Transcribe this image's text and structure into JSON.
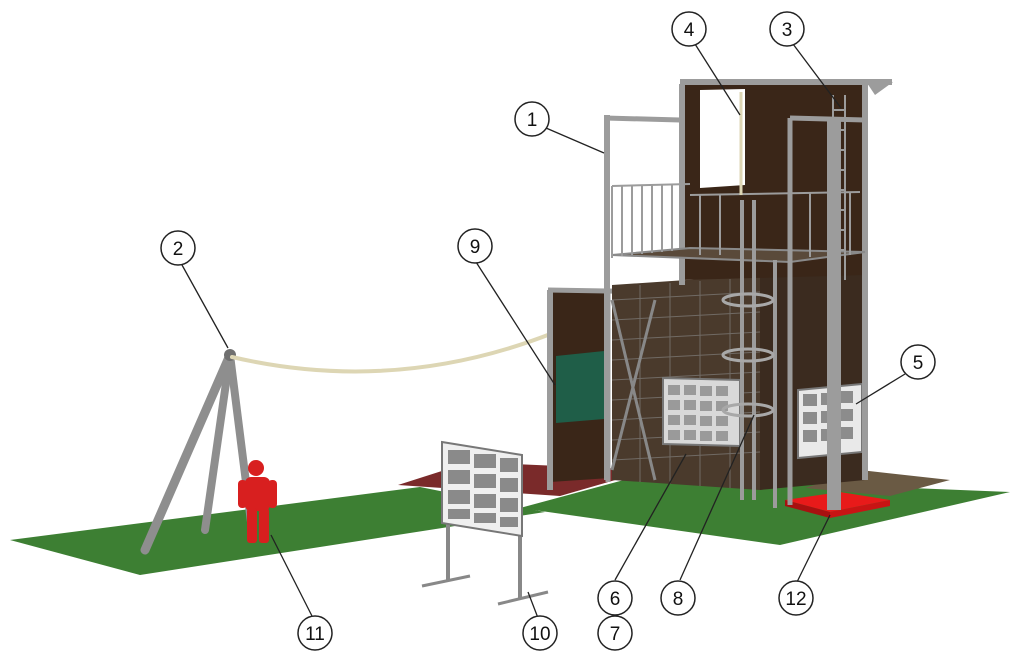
{
  "figure": {
    "style": "isometric technical illustration of a climbing / rope training tower",
    "colors": {
      "grass": "#3d7f33",
      "steel": "#9c9c9c",
      "steel_dark": "#5e5e5e",
      "wall_panel": "#3a2618",
      "green_panel": "#1f5e48",
      "red_figure": "#d81f1f",
      "red_base": "#e81a1a",
      "mat": "#7a2a2a",
      "rope": "#ddd6b4"
    }
  },
  "callouts": [
    {
      "id": "c1",
      "label": "1"
    },
    {
      "id": "c2",
      "label": "2"
    },
    {
      "id": "c3",
      "label": "3"
    },
    {
      "id": "c4",
      "label": "4"
    },
    {
      "id": "c5",
      "label": "5"
    },
    {
      "id": "c6",
      "label": "6"
    },
    {
      "id": "c7",
      "label": "7"
    },
    {
      "id": "c8",
      "label": "8"
    },
    {
      "id": "c9",
      "label": "9"
    },
    {
      "id": "c10",
      "label": "10"
    },
    {
      "id": "c11",
      "label": "11"
    },
    {
      "id": "c12",
      "label": "12"
    }
  ]
}
